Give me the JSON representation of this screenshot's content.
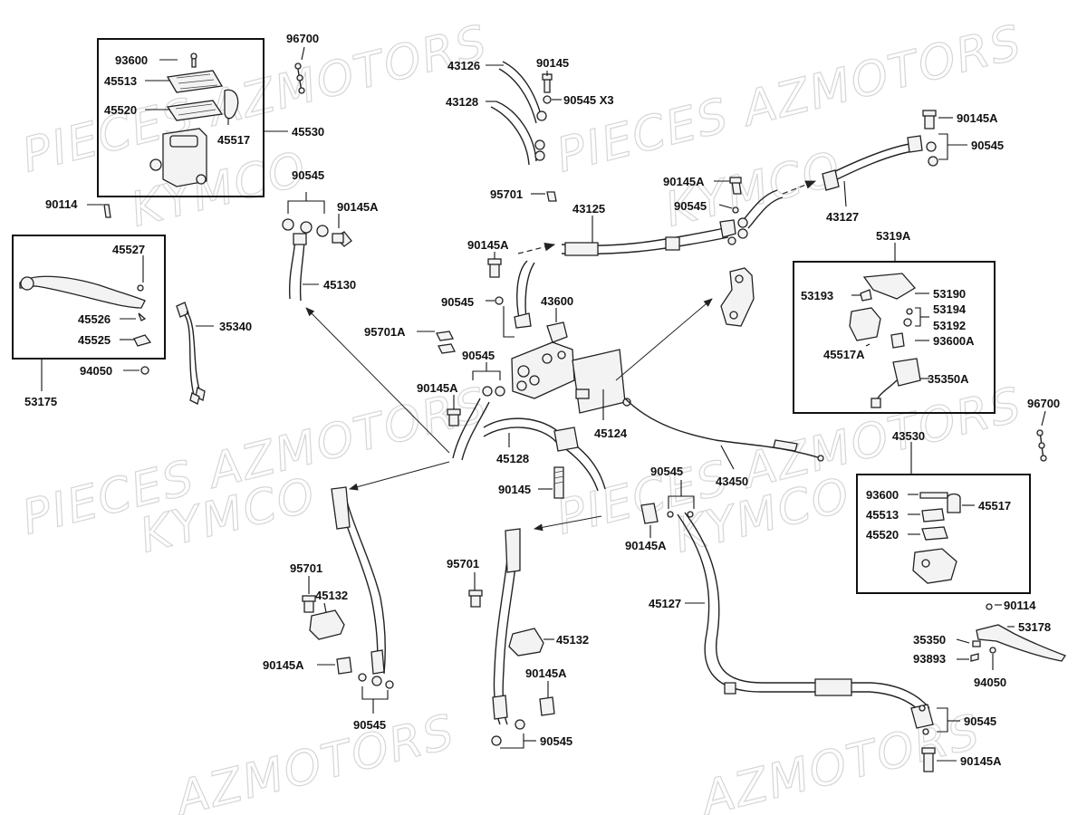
{
  "watermark": {
    "line1": "PIECES AZMOTORS",
    "line2": "KYMCO",
    "line3": "AZMOTORS"
  },
  "labels": {
    "p93600_a": "93600",
    "p45513_a": "45513",
    "p45520_a": "45520",
    "p45517_a": "45517",
    "p45530": "45530",
    "p96700_a": "96700",
    "p90114_a": "90114",
    "p45527": "45527",
    "p45526": "45526",
    "p45525": "45525",
    "p94050_a": "94050",
    "p53175": "53175",
    "p35340": "35340",
    "p90545_a": "90545",
    "p90145A_a": "90145A",
    "p45130": "45130",
    "p43126": "43126",
    "p43128": "43128",
    "p90145_a": "90145",
    "p90545x3": "90545 X3",
    "p95701_a": "95701",
    "p43125": "43125",
    "p90145A_b": "90145A",
    "p90545_b": "90545",
    "p43600": "43600",
    "p95701A": "95701A",
    "p90545_c": "90545",
    "p90145A_c": "90145A",
    "p45128": "45128",
    "p45124": "45124",
    "p90145_b": "90145",
    "p90145A_d": "90145A",
    "p90545_d": "90545",
    "p90145A_e": "90145A",
    "p90545_e": "90545",
    "p43127_a": "43127",
    "p5319A": "5319A",
    "p53193": "53193",
    "p53190": "53190",
    "p53194": "53194",
    "p53192": "53192",
    "p45517A": "45517A",
    "p93600A": "93600A",
    "p35350A": "35350A",
    "p96700_b": "96700",
    "p43530": "43530",
    "p43450": "43450",
    "p90545_f": "90545",
    "p90145A_f": "90145A",
    "p93600_b": "93600",
    "p45513_b": "45513",
    "p45517_b": "45517",
    "p45520_b": "45520",
    "p95701_b": "95701",
    "p45132_a": "45132",
    "p90145A_g": "90145A",
    "p90545_g": "90545",
    "p95701_c": "95701",
    "p45132_b": "45132",
    "p90145A_h": "90145A",
    "p90545_h": "90545",
    "p45127_b": "45127",
    "p90114_b": "90114",
    "p53178": "53178",
    "p35350": "35350",
    "p93893": "93893",
    "p94050_b": "94050",
    "p90545_i": "90545",
    "p90145A_i": "90145A"
  }
}
